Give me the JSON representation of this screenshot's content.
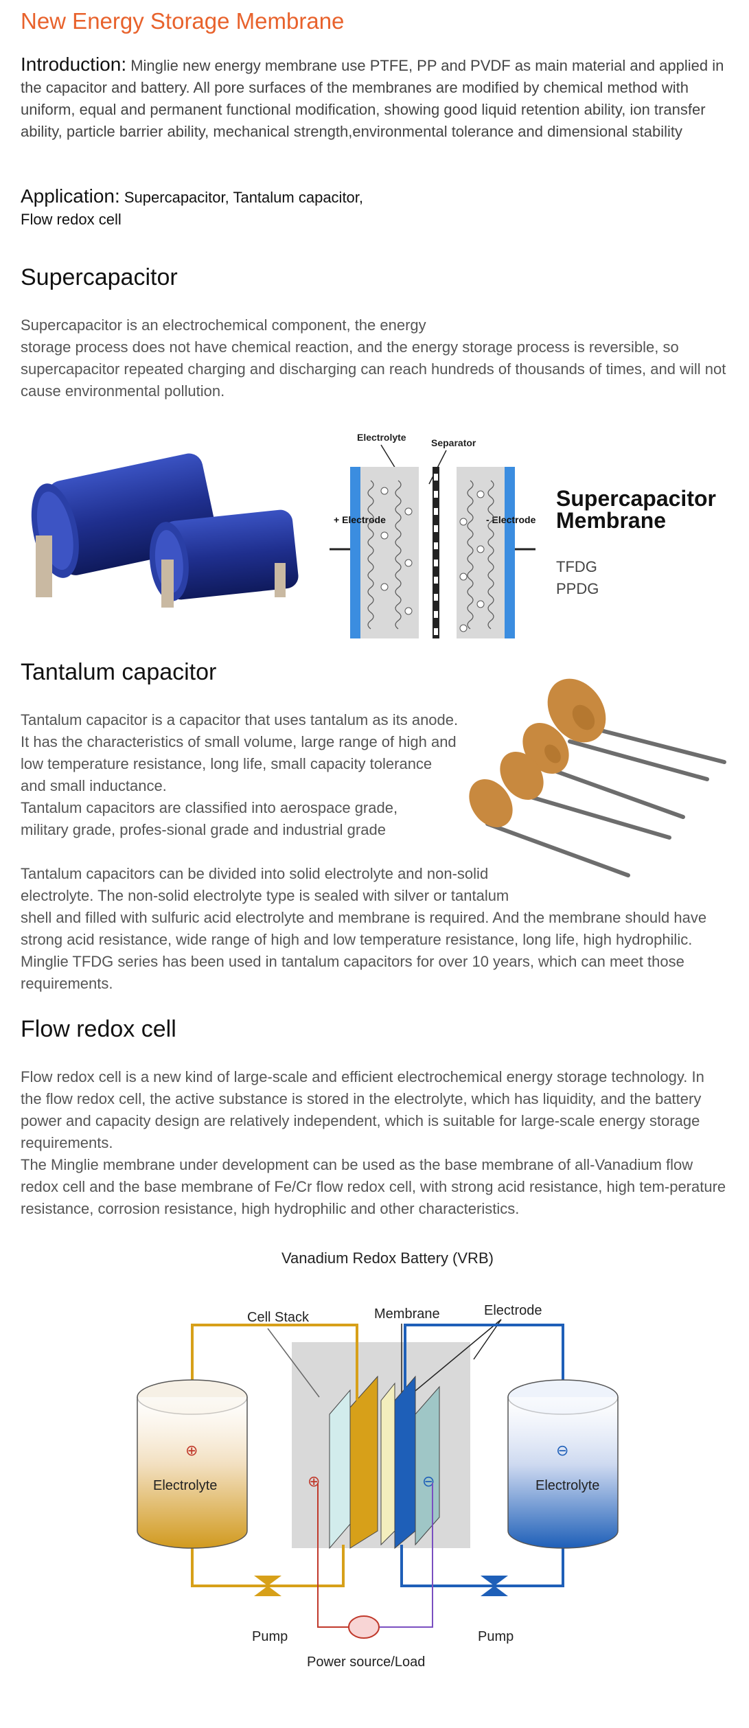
{
  "title": "New Energy Storage Membrane",
  "intro": {
    "lead": "Introduction:",
    "text": " Minglie new energy membrane use PTFE, PP and PVDF as main material and applied in the capacitor and battery. All pore surfaces of the membranes are modified by chemical method with uniform, equal and permanent functional modification, showing good liquid retention ability, ion transfer ability, particle barrier ability, mechanical strength,environmental tolerance and dimensional stability"
  },
  "application": {
    "lead": "Application:",
    "line1": " Supercapacitor, Tantalum capacitor,",
    "line2": "Flow redox cell"
  },
  "supercapacitor": {
    "heading": "Supercapacitor",
    "line1": "Supercapacitor is an electrochemical component, the energy",
    "line2": "storage process does not have chemical reaction, and the energy storage process is reversible, so supercapacitor repeated charging and discharging can reach hundreds of thousands of times, and will not cause environmental pollution.",
    "diagram": {
      "electrolyte": "Electrolyte",
      "separator": "Separator",
      "plus_electrode": "+ Electrode",
      "minus_electrode": "- Electrode"
    },
    "membrane_title_1": "Supercapacitor",
    "membrane_title_2": "Membrane",
    "products": [
      "TFDG",
      "PPDG"
    ]
  },
  "tantalum": {
    "heading": "Tantalum capacitor",
    "lines": [
      "Tantalum capacitor is a capacitor that uses tantalum as its anode.",
      "It has the characteristics of small volume, large range of high and",
      "low temperature resistance, long life, small capacity tolerance",
      "and small inductance.",
      "Tantalum capacitors are classified into aerospace grade,",
      "military grade, profes-sional grade and industrial grade"
    ],
    "para2_line1": "Tantalum capacitors can be divided into solid electrolyte and non-solid",
    "para2_line2": "electrolyte. The non-solid electrolyte type is sealed with silver or tantalum",
    "para2_rest": "shell and filled with sulfuric acid electrolyte and membrane is required. And the membrane should have strong acid resistance, wide range of high and low temperature resistance, long life, high hydrophilic. Minglie TFDG series has been used in tantalum capacitors for over 10 years, which can meet those requirements."
  },
  "flow": {
    "heading": "Flow redox cell",
    "para": "Flow redox cell is a new kind of large-scale and efficient electrochemical energy storage technology. In the flow redox cell, the active substance is stored in the electrolyte, which has liquidity, and the battery power and capacity design are relatively independent, which is suitable for large-scale energy storage requirements.",
    "para2": "The Minglie membrane under development can be used as the base membrane of all-Vanadium flow redox cell and the base membrane of Fe/Cr flow redox cell, with strong acid resistance, high tem-perature resistance, corrosion resistance, high hydrophilic and other characteristics.",
    "diagram": {
      "title": "Vanadium Redox Battery (VRB)",
      "cell_stack": "Cell Stack",
      "membrane": "Membrane",
      "electrode": "Electrode",
      "electrolyte_left": "Electrolyte",
      "electrolyte_right": "Electrolyte",
      "pump_left": "Pump",
      "pump_right": "Pump",
      "power": "Power source/Load",
      "plus": "⊕",
      "minus": "⊖"
    }
  },
  "colors": {
    "title": "#e8622c",
    "gold": "#d7a019",
    "blue": "#1e5fb8",
    "tantalum": "#c8893f"
  }
}
